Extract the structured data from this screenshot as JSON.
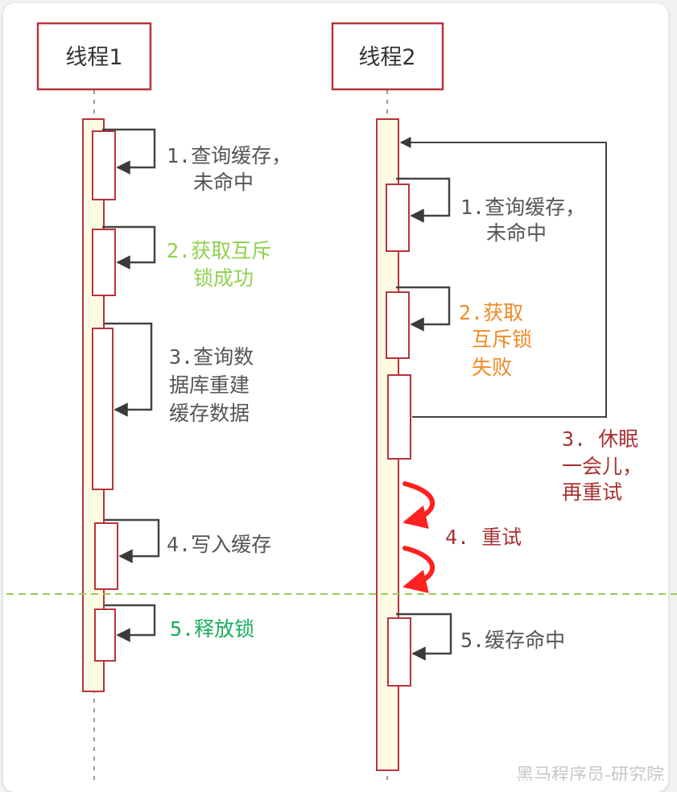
{
  "colors": {
    "lifeline_box": "#b7343a",
    "lifeline_fill": "#fdfbe4",
    "arrow": "#444444",
    "separator": "#9cc95e",
    "gray_text": "#555555",
    "light_green": "#8fd14f",
    "orange": "#f08a24",
    "dark_red": "#a83232",
    "green": "#1aae5a",
    "retry_red": "#ff2020"
  },
  "thread1": {
    "title": "线程1",
    "steps": [
      {
        "line1": "1.查询缓存，",
        "line2": "未命中"
      },
      {
        "line1": "2.获取互斥",
        "line2": "锁成功"
      },
      {
        "line1": "3.查询数",
        "line2": "据库重建",
        "line3": "缓存数据"
      },
      {
        "line1": "4.写入缓存"
      },
      {
        "line1": "5.释放锁"
      }
    ]
  },
  "thread2": {
    "title": "线程2",
    "steps": [
      {
        "line1": "1.查询缓存，",
        "line2": "未命中"
      },
      {
        "line1": "2.获取",
        "line2": "互斥锁",
        "line3": "失败"
      },
      {
        "line1": "3. 休眠",
        "line2": "一会儿，",
        "line3": "再重试"
      },
      {
        "line1": "4. 重试"
      },
      {
        "line1": "5.缓存命中"
      }
    ]
  },
  "watermark": "黑马程序员-研究院"
}
